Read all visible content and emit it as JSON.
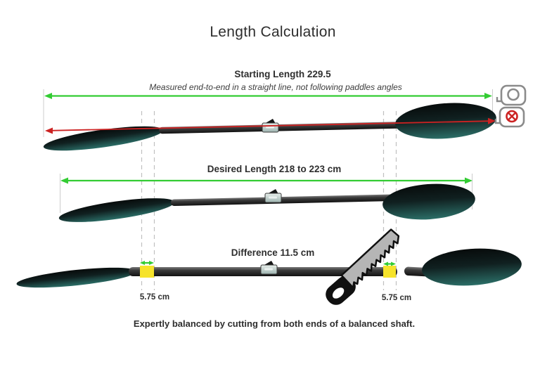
{
  "title": "Length Calculation",
  "colors": {
    "green": "#33cc33",
    "red": "#cc2222",
    "yellow": "#f6e32b",
    "dash": "#c0c0c0",
    "text": "#2e2e2e"
  },
  "sections": {
    "starting": {
      "label": "Starting Length 229.5",
      "note": "Measured end-to-end in a straight line, not following paddles angles"
    },
    "desired": {
      "label": "Desired Length 218 to 223 cm"
    },
    "difference": {
      "label": "Difference 11.5 cm",
      "left_cut_label": "5.75 cm",
      "right_cut_label": "5.75 cm"
    }
  },
  "icons": {
    "straight": "tape-measure-icon",
    "crossed": "tape-measure-crossed-icon",
    "saw": "hand-saw-icon"
  },
  "footer": "Expertly balanced by cutting from both ends of a balanced shaft."
}
